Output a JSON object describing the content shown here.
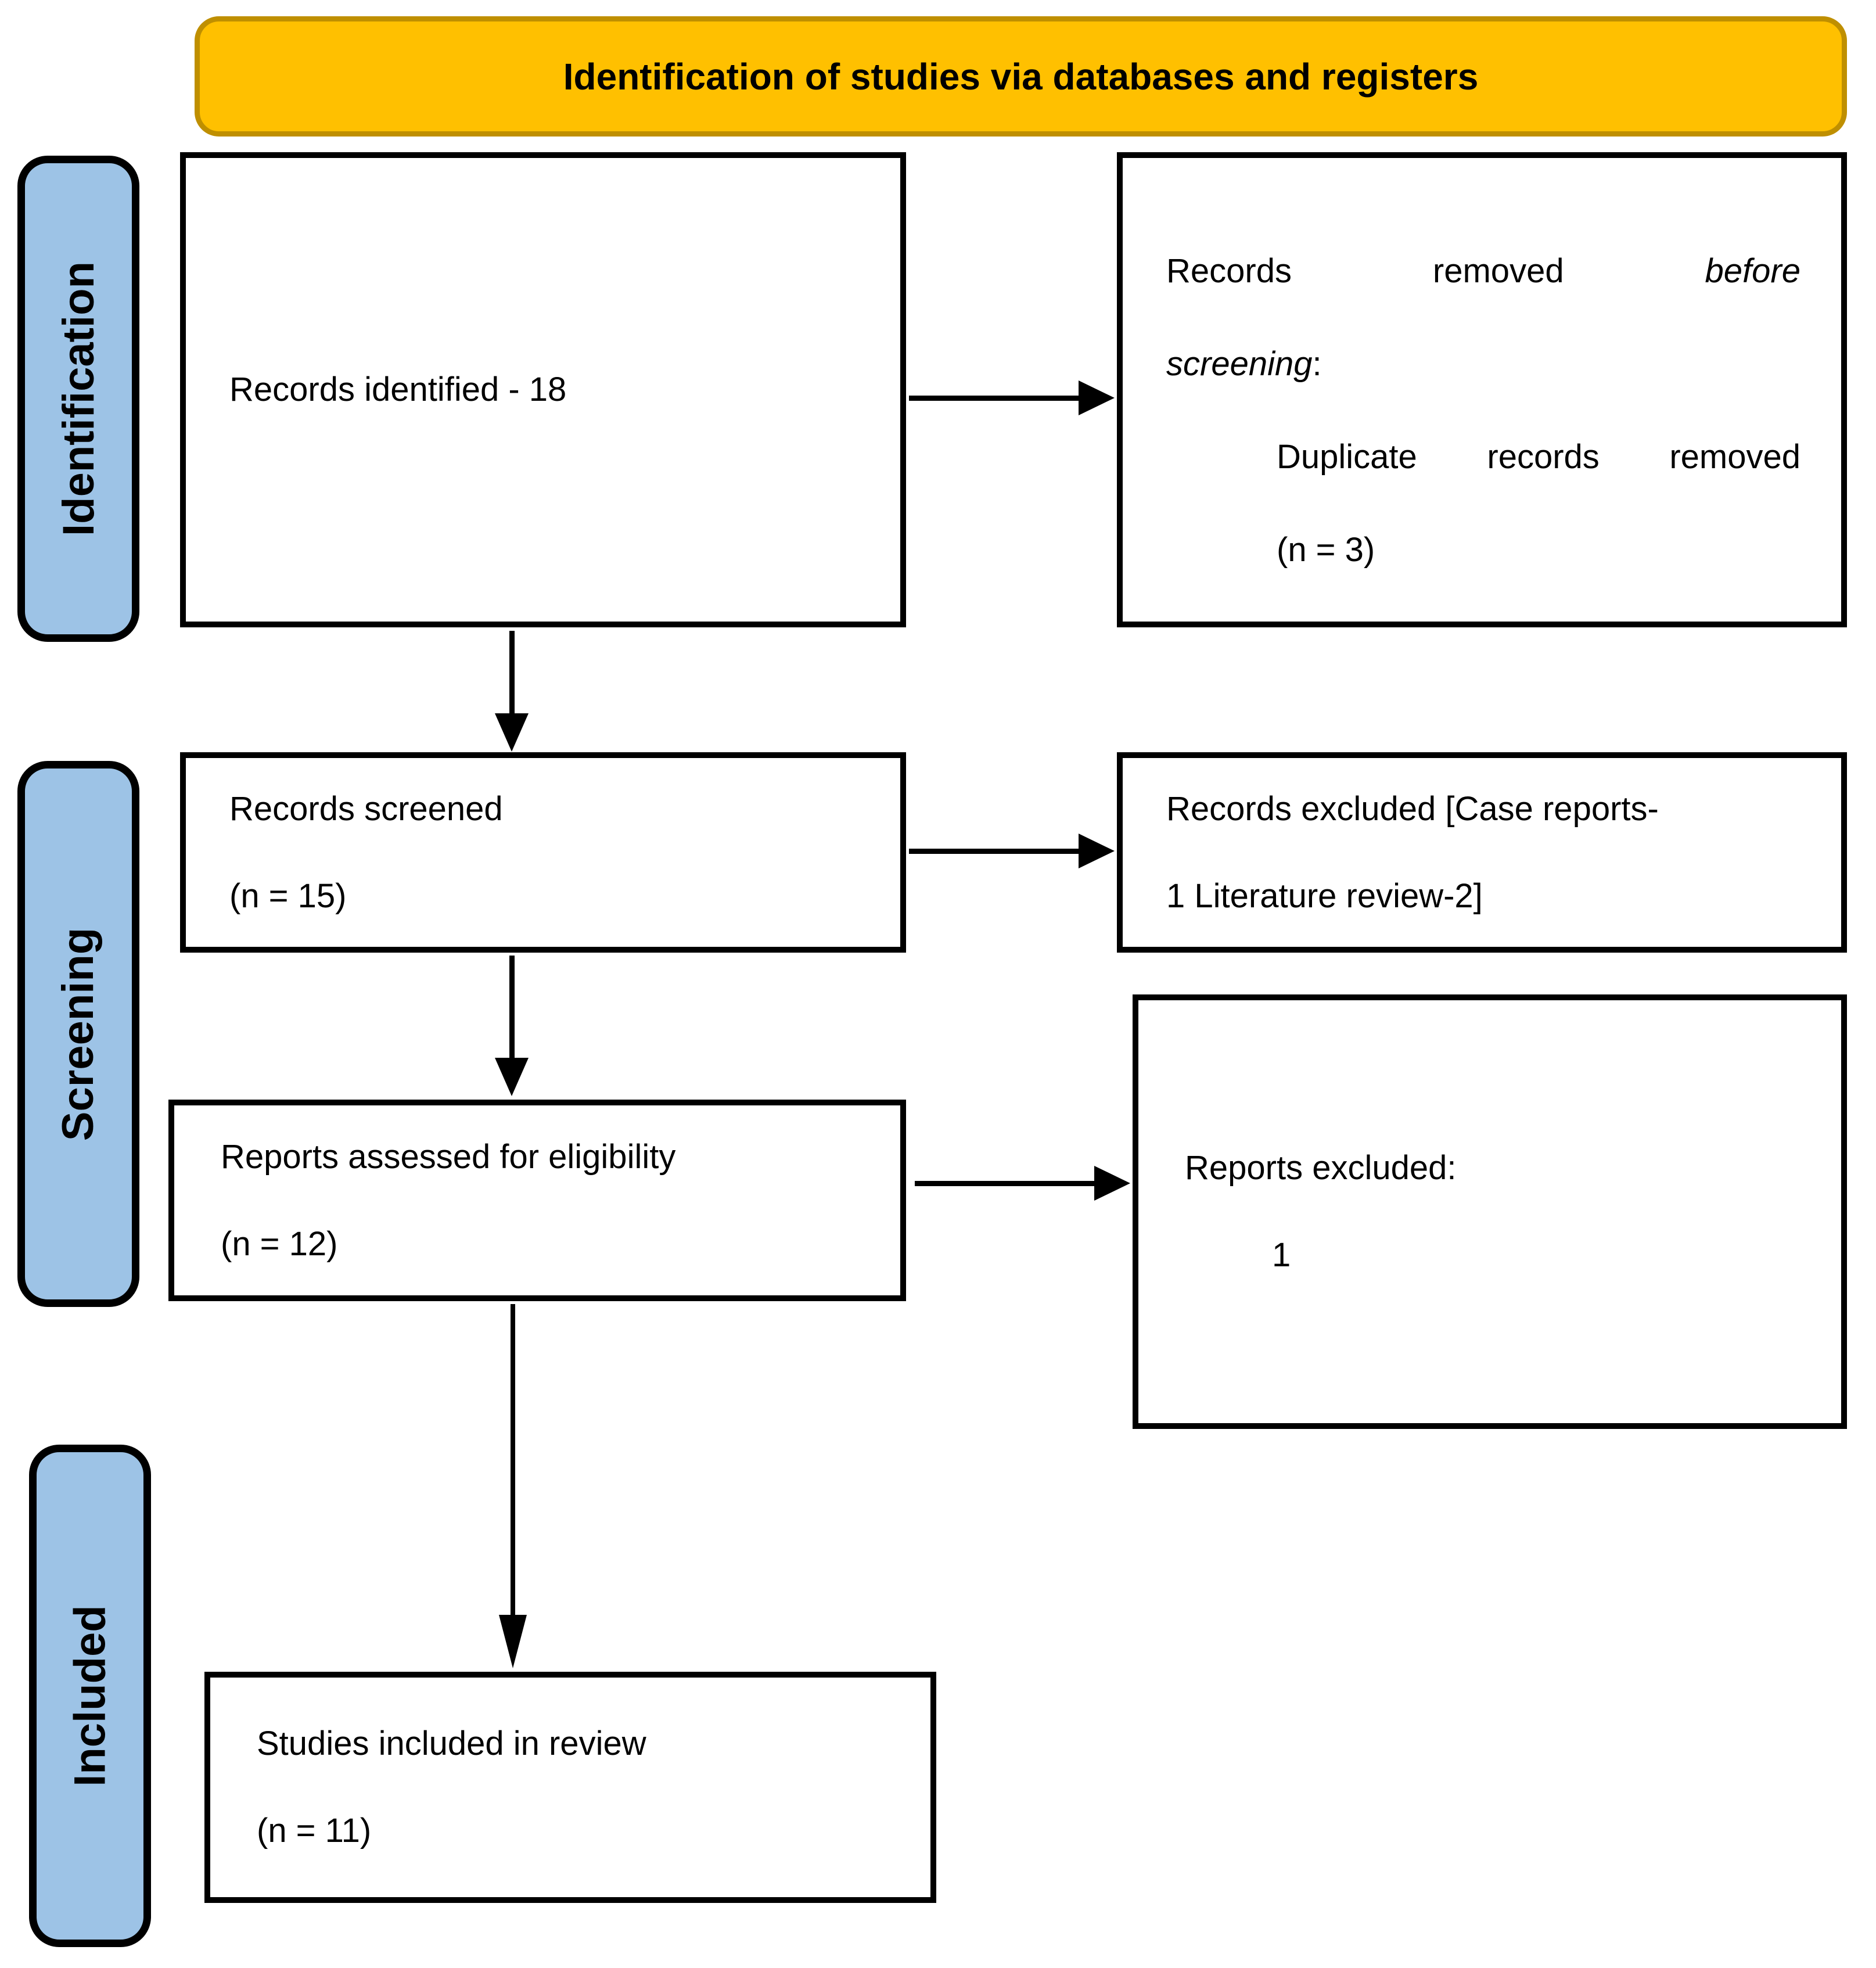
{
  "banner": {
    "title": "Identification of studies via databases and registers"
  },
  "side_labels": {
    "identification": "Identification",
    "screening": "Screening",
    "included": "Included"
  },
  "boxes": {
    "records_identified": {
      "text": "Records identified - 18"
    },
    "records_removed": {
      "line1": [
        "Records",
        "removed",
        "before"
      ],
      "line2_italic": "screening",
      "line2_colon": ":",
      "line3": [
        "Duplicate",
        "records",
        "removed"
      ],
      "line4": "(n = 3)"
    },
    "records_screened": {
      "line1": "Records screened",
      "line2": "(n = 15)"
    },
    "records_excluded": {
      "line1": "Records excluded [Case reports-",
      "line2": "1 Literature review-2]"
    },
    "reports_assessed": {
      "line1": "Reports assessed for eligibility",
      "line2": "(n = 12)"
    },
    "reports_excluded": {
      "line1": "Reports excluded:",
      "line2": "1"
    },
    "studies_included": {
      "line1": "Studies included in review",
      "line2": "(n = 11)"
    }
  },
  "colors": {
    "banner_fill": "#FFC000",
    "banner_border": "#BF8F00",
    "stage_label_fill": "#9DC3E6",
    "box_border": "#000000",
    "arrow": "#000000"
  }
}
